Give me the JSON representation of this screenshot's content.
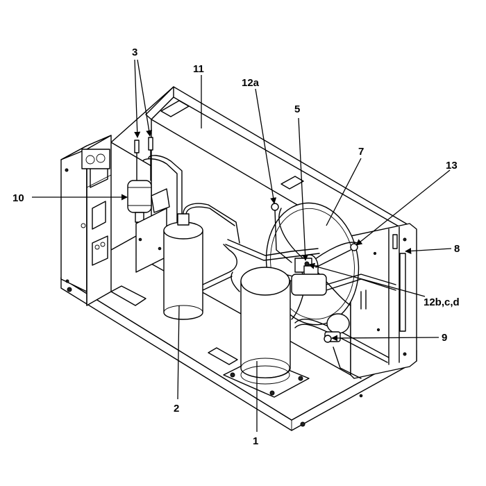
{
  "callouts": {
    "c1": "1",
    "c2": "2",
    "c3": "3",
    "c5": "5",
    "c7": "7",
    "c8": "8",
    "c9": "9",
    "c10": "10",
    "c11": "11",
    "c12a": "12a",
    "c12bcd": "12b,c,d",
    "c13": "13"
  }
}
